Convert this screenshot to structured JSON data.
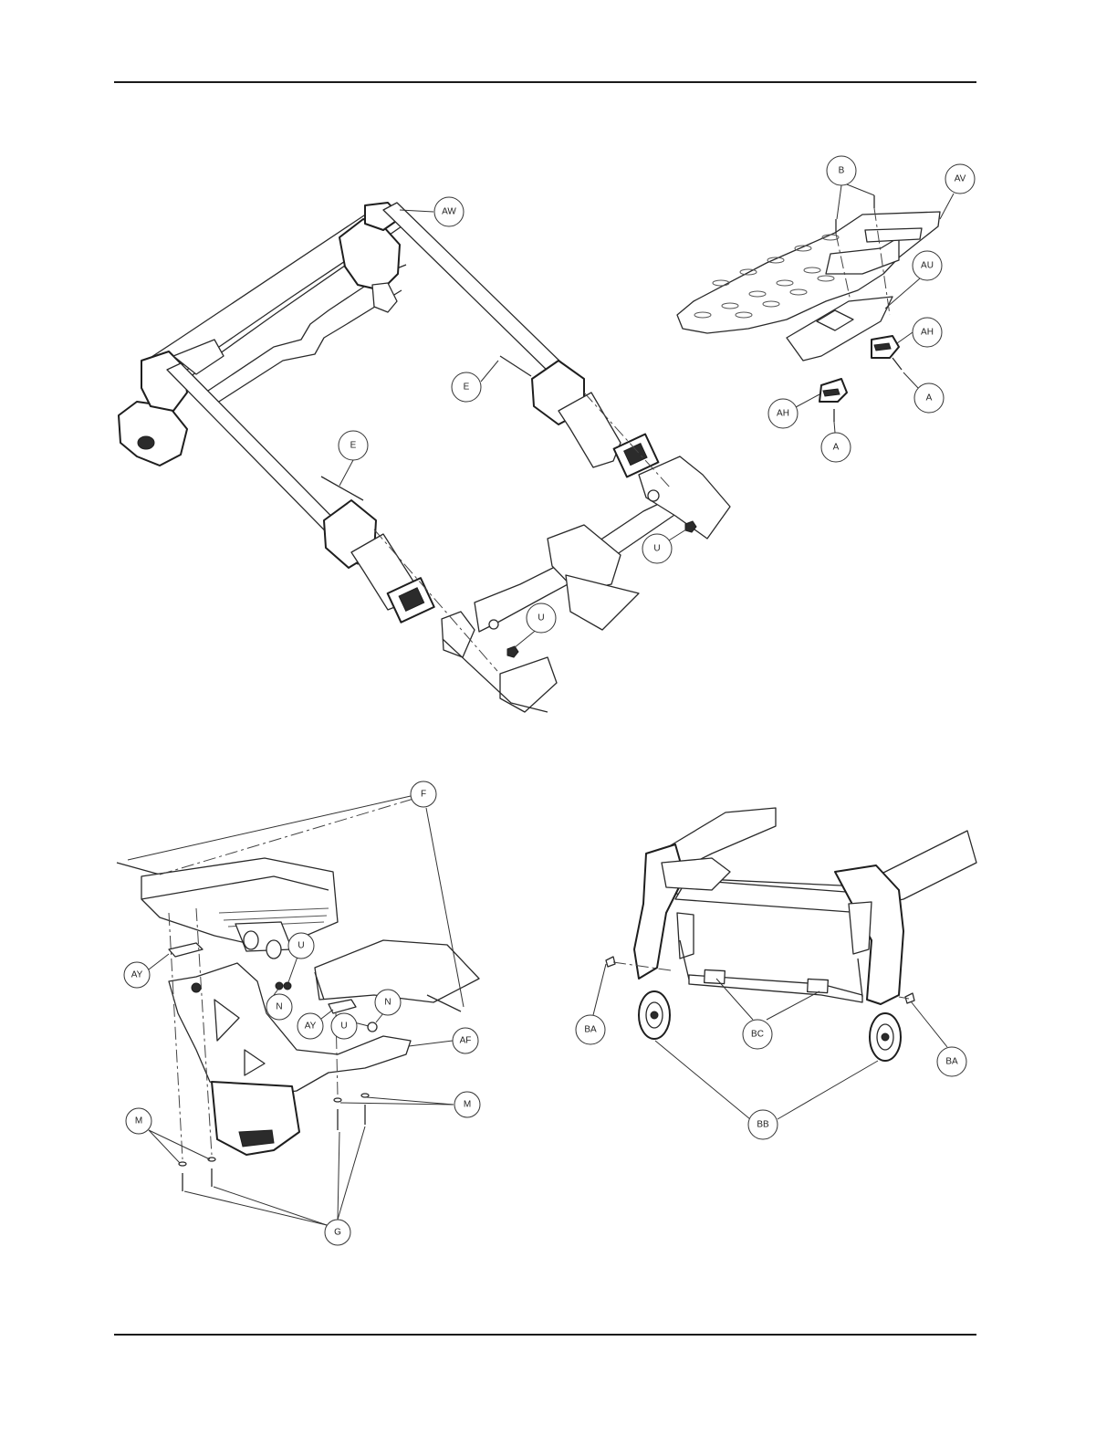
{
  "diagram": {
    "callouts": {
      "top_left": [
        "AW",
        "E",
        "E",
        "U",
        "U"
      ],
      "top_right": [
        "B",
        "AV",
        "AU",
        "AH",
        "A",
        "AH",
        "A"
      ],
      "bottom_left": [
        "F",
        "U",
        "AY",
        "N",
        "AY",
        "U",
        "N",
        "AF",
        "M",
        "M",
        "G"
      ],
      "bottom_right": [
        "BA",
        "BC",
        "BA",
        "BB"
      ]
    }
  }
}
